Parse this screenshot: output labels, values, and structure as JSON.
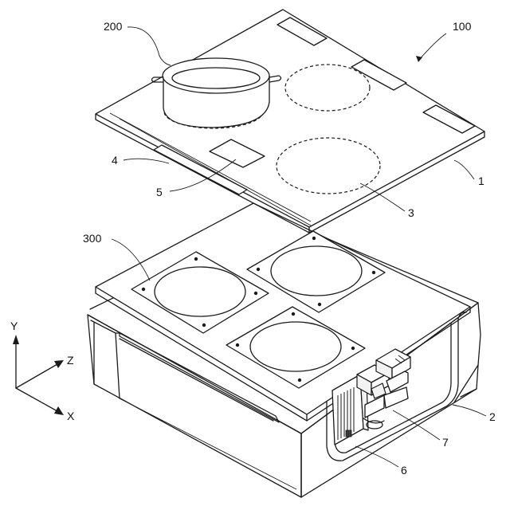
{
  "labels": {
    "device": "100",
    "pot": "200",
    "fan_unit": "300",
    "top_plate": "1",
    "housing": "2",
    "heating_zone": "3",
    "display_window": "4",
    "operation_area": "5",
    "circuit_board": "6",
    "components": "7"
  },
  "axes": {
    "y": "Y",
    "z": "Z",
    "x": "X"
  }
}
